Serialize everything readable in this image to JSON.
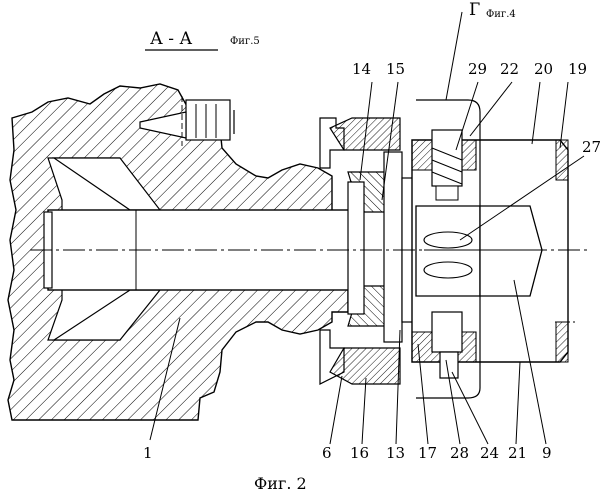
{
  "figure": {
    "caption": "Фиг. 2",
    "section_label": "А - А",
    "section_ref": "Фиг.5",
    "detail_label": "Г",
    "detail_ref": "Фиг.4"
  },
  "callouts": {
    "c1": "1",
    "c6": "6",
    "c9": "9",
    "c13": "13",
    "c14": "14",
    "c15": "15",
    "c16": "16",
    "c17": "17",
    "c19": "19",
    "c20": "20",
    "c21": "21",
    "c22": "22",
    "c24": "24",
    "c27": "27",
    "c28": "28",
    "c29": "29"
  }
}
